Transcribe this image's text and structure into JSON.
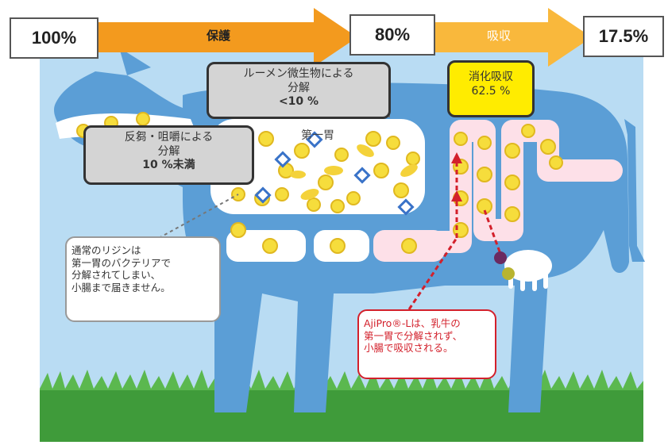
{
  "flow": {
    "start_value": "100%",
    "mid_value": "80%",
    "end_value": "17.5%",
    "arrow1_label": "保護",
    "arrow2_label": "吸収"
  },
  "callouts": {
    "rumen_bacteria": {
      "line1": "ルーメン微生物による",
      "line2": "分解",
      "line3": "<10 %"
    },
    "chewing": {
      "line1": "反芻・咀嚼による",
      "line2": "分解",
      "line3": "10 %未満"
    },
    "absorption": {
      "line1": "消化吸収",
      "line2": "62.5 %"
    },
    "rumen_label": "第一胃",
    "normal_lysine": {
      "line1": "通常のリジンは",
      "line2": "第一胃のバクテリアで",
      "line3": "分解されてしまい、",
      "line4": "小腸まで届きません。"
    },
    "ajipro": {
      "line1": "AjiPro®-Lは、乳牛の",
      "line2": "第一胃で分解されず、",
      "line3": "小腸で吸収される。"
    }
  },
  "colors": {
    "sky": "#b9dcf3",
    "cow": "#5b9ed6",
    "grass": "#3f9b3a",
    "arrow_orange": "#f39a1e",
    "arrow_light": "#f9b83c",
    "yellow_box": "#ffec00",
    "grey_box": "#d4d4d4",
    "red": "#d3202b"
  }
}
